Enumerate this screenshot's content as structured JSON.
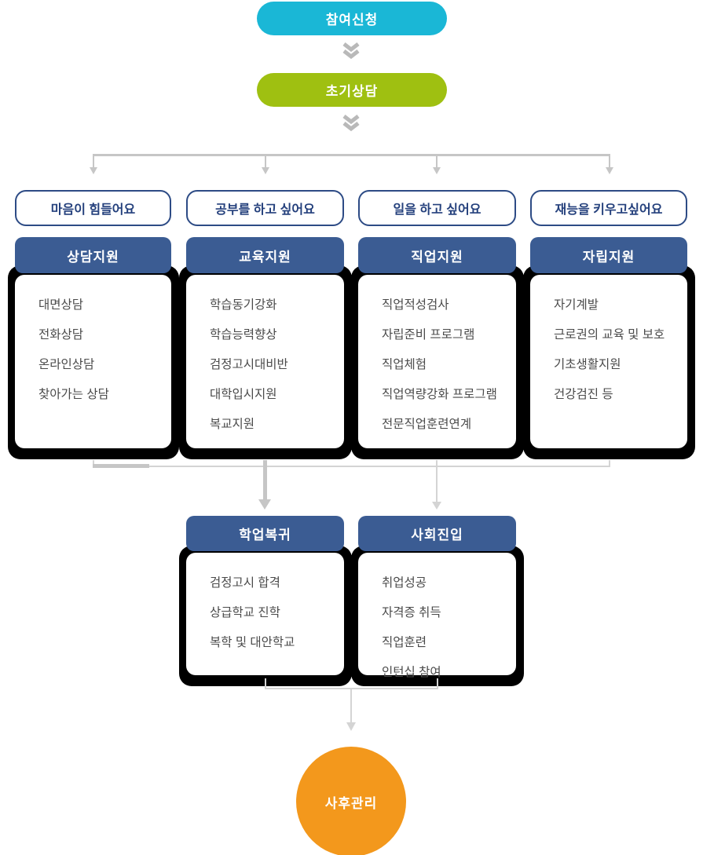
{
  "flow": {
    "step_apply": "참여신청",
    "step_intake": "초기상담",
    "final_step": "사후관리"
  },
  "branch_pills": [
    {
      "label": "마음이 힘들어요"
    },
    {
      "label": "공부를 하고 싶어요"
    },
    {
      "label": "일을 하고 싶어요"
    },
    {
      "label": "재능을 키우고싶어요"
    }
  ],
  "support_cards": [
    {
      "title": "상담지원",
      "items": [
        "대면상담",
        "전화상담",
        "온라인상담",
        "찾아가는 상담"
      ]
    },
    {
      "title": "교육지원",
      "items": [
        "학습동기강화",
        "학습능력향상",
        "검정고시대비반",
        "대학입시지원",
        "복교지원"
      ]
    },
    {
      "title": "직업지원",
      "items": [
        "직업적성검사",
        "자립준비 프로그램",
        "직업체험",
        "직업역량강화 프로그램",
        "전문직업훈련연계"
      ]
    },
    {
      "title": "자립지원",
      "items": [
        "자기계발",
        "근로권의 교육 및 보호",
        "기초생활지원",
        "건강검진 등"
      ]
    }
  ],
  "outcome_cards": [
    {
      "title": "학업복귀",
      "items": [
        "검정고시 합격",
        "상급학교 진학",
        "복학 및 대안학교"
      ]
    },
    {
      "title": "사회진입",
      "items": [
        "취업성공",
        "자격증 취득",
        "직업훈련",
        "인턴십 참여"
      ]
    }
  ],
  "icons": {
    "down_connector": "double-chevron-down-icon"
  },
  "colors": {
    "cyan": "#1ab7d6",
    "green": "#9fc011",
    "header-blue": "#3b5c93",
    "pill-border": "#2d4b85",
    "pill-text": "#24407c",
    "orange": "#f3981c",
    "connector": "#c6c6c6",
    "connector-light": "#d4d4d4",
    "body-text": "#4a4a4a",
    "shadow": "#000000"
  }
}
